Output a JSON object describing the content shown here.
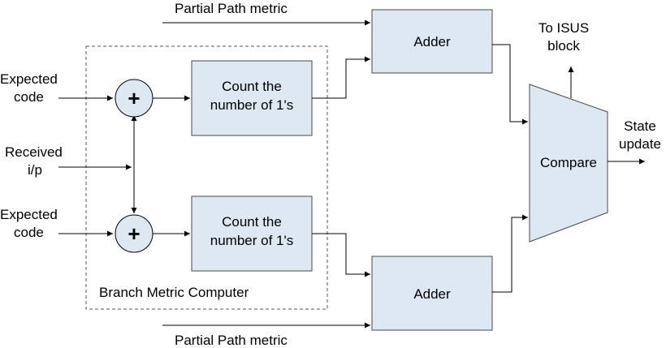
{
  "diagram": {
    "partial_path_top": "Partial Path metric",
    "partial_path_bottom": "Partial Path metric",
    "expected_code_top": [
      "Expected",
      "code"
    ],
    "expected_code_bottom": [
      "Expected",
      "code"
    ],
    "received_input": [
      "Received",
      "i/p"
    ],
    "xor_symbol": "+",
    "counter_top": [
      "Count the",
      "number of 1's"
    ],
    "counter_bottom": [
      "Count the",
      "number of 1's"
    ],
    "adder_top": "Adder",
    "adder_bottom": "Adder",
    "compare": "Compare",
    "to_isus": [
      "To ISUS",
      "block"
    ],
    "state_update": [
      "State",
      "update"
    ],
    "branch_metric_label": "Branch Metric Computer"
  }
}
